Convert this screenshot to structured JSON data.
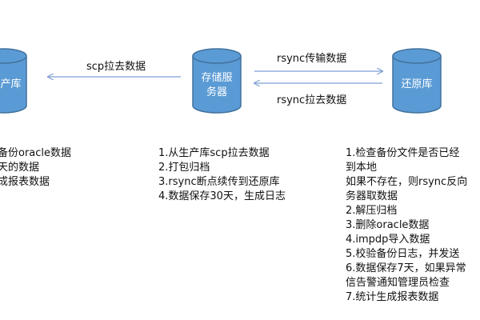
{
  "colors": {
    "cylinder_fill": "#5B9BD5",
    "cylinder_stroke": "#41719C",
    "arrow": "#7F9FD3"
  },
  "nodes": {
    "production": {
      "label": "生产库"
    },
    "storage": {
      "label_line1": "存储服",
      "label_line2": "务器"
    },
    "restore": {
      "label": "还原库"
    }
  },
  "edges": {
    "storage_to_production": "scp拉去数据",
    "storage_to_restore": "rsync传输数据",
    "restore_to_storage": "rsync拉去数据"
  },
  "steps": {
    "production": [
      "备份oracle数据",
      "天的数据",
      "成报表数据"
    ],
    "storage": [
      "1.从生产库scp拉去数据",
      "2.打包归档",
      "3.rsync断点续传到还原库",
      "4.数据保存30天，生成日志"
    ],
    "restore": [
      "1.检查备份文件是否已经",
      "到本地",
      "如果不存在，则rsync反向",
      "务器取数据",
      "2.解压归档",
      "3.删除oracle数据",
      "4.impdp导入数据",
      "5.校验备份日志，并发送",
      "6.数据保存7天，如果异常",
      "信告警通知管理员检查",
      "7.统计生成报表数据"
    ]
  }
}
